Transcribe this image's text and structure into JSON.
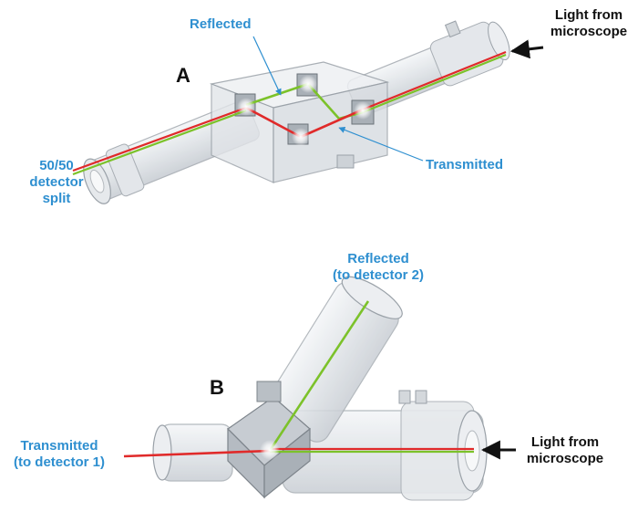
{
  "colors": {
    "label_blue": "#2e8fd0",
    "beam_red": "#e02a2a",
    "beam_green": "#7cc22a",
    "housing": "#d9dde2",
    "housing_edge": "#9aa1a8"
  },
  "panel_a": {
    "letter": "A",
    "reflected": "Reflected",
    "transmitted": "Transmitted",
    "detector_split": "50/50\ndetector\nsplit",
    "light_source": "Light from\nmicroscope"
  },
  "panel_b": {
    "letter": "B",
    "reflected": "Reflected\n(to detector 2)",
    "transmitted": "Transmitted\n(to detector 1)",
    "light_source": "Light from\nmicroscope"
  }
}
